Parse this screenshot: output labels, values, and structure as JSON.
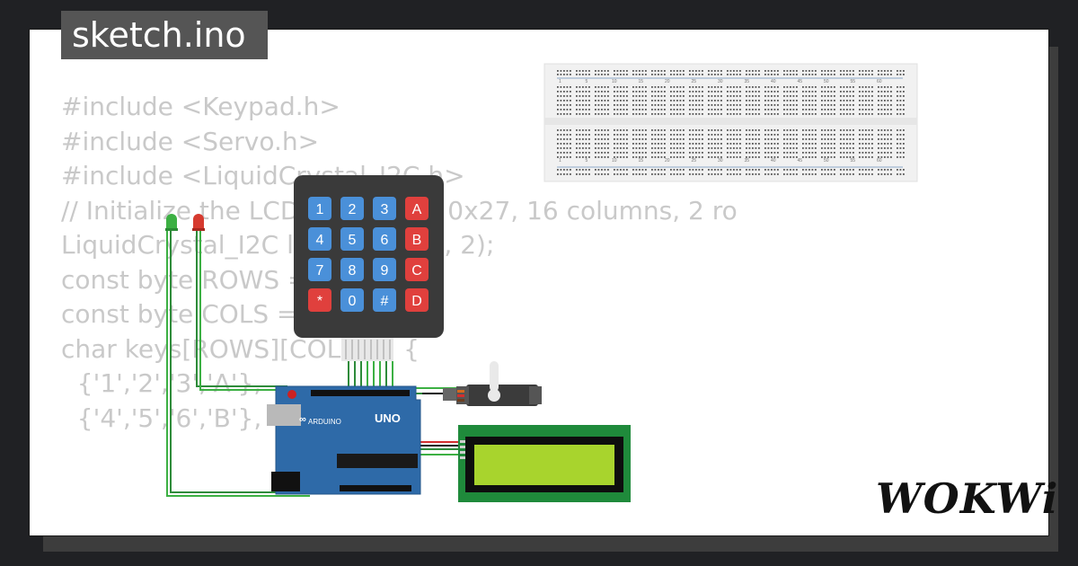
{
  "file_tab": {
    "label": "sketch.ino"
  },
  "code_lines": [
    "#include <Keypad.h>",
    "#include <Servo.h>",
    "#include <LiquidCrystal_I2C.h>",
    "",
    "// Initialize the LCD at address 0x27, 16 columns, 2 ro",
    "LiquidCrystal_I2C lcd(0x27, 16, 2);",
    "",
    "const byte ROWS = 4;",
    "const byte COLS = 4;",
    "char keys[ROWS][COLS] = {",
    "  {'1','2','3','A'},",
    "  {'4','5','6','B'},"
  ],
  "keypad": {
    "keys": [
      [
        "1",
        "2",
        "3",
        "A"
      ],
      [
        "4",
        "5",
        "6",
        "B"
      ],
      [
        "7",
        "8",
        "9",
        "C"
      ],
      [
        "*",
        "0",
        "#",
        "D"
      ]
    ],
    "colors": {
      "body": "#3a3a3a",
      "digit": "#4a90d9",
      "action": "#e0403d"
    }
  },
  "arduino": {
    "brand": "ARDUINO",
    "model": "UNO",
    "board_color": "#2e6aa8"
  },
  "breadboard_numbers": [
    "1",
    "5",
    "10",
    "15",
    "20",
    "25",
    "30",
    "35",
    "40",
    "45",
    "50",
    "55",
    "60"
  ],
  "leds": [
    {
      "color": "#3cb043"
    },
    {
      "color": "#d63a2f"
    }
  ],
  "lcd": {
    "screen_color": "#a8d42d",
    "frame_color": "#1f8a3b"
  },
  "logo": {
    "text": "WOKWi"
  }
}
